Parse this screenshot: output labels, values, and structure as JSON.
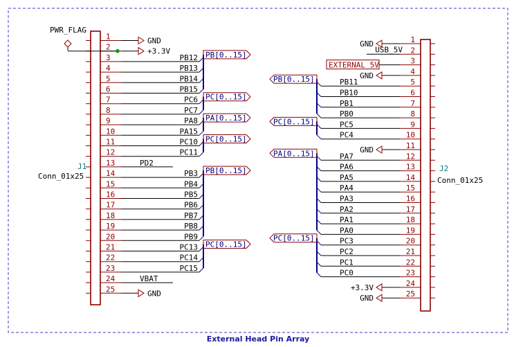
{
  "title": "External Head Pin Array",
  "colors": {
    "frame": "#3a3ad0",
    "body": "#8b0000",
    "wire": "#000000",
    "bus": "#000080",
    "junction": "#00a000",
    "ref": "#007a7a"
  },
  "pwr_flag": "PWR_FLAG",
  "j1": {
    "ref": "J1",
    "value": "Conn_01x25",
    "pins": [
      {
        "n": "1",
        "net": "GND",
        "kind": "power"
      },
      {
        "n": "2",
        "net": "+3.3V",
        "kind": "power"
      },
      {
        "n": "3",
        "net": "PB12",
        "kind": "bus"
      },
      {
        "n": "4",
        "net": "PB13",
        "kind": "bus"
      },
      {
        "n": "5",
        "net": "PB14",
        "kind": "bus"
      },
      {
        "n": "6",
        "net": "PB15",
        "kind": "bus"
      },
      {
        "n": "7",
        "net": "PC6",
        "kind": "bus"
      },
      {
        "n": "8",
        "net": "PC7",
        "kind": "bus"
      },
      {
        "n": "9",
        "net": "PA8",
        "kind": "bus"
      },
      {
        "n": "10",
        "net": "PA15",
        "kind": "bus"
      },
      {
        "n": "11",
        "net": "PC10",
        "kind": "bus"
      },
      {
        "n": "12",
        "net": "PC11",
        "kind": "bus"
      },
      {
        "n": "13",
        "net": "PD2",
        "kind": "plain"
      },
      {
        "n": "14",
        "net": "PB3",
        "kind": "bus"
      },
      {
        "n": "15",
        "net": "PB4",
        "kind": "bus"
      },
      {
        "n": "16",
        "net": "PB5",
        "kind": "bus"
      },
      {
        "n": "17",
        "net": "PB6",
        "kind": "bus"
      },
      {
        "n": "18",
        "net": "PB7",
        "kind": "bus"
      },
      {
        "n": "19",
        "net": "PB8",
        "kind": "bus"
      },
      {
        "n": "20",
        "net": "PB9",
        "kind": "bus"
      },
      {
        "n": "21",
        "net": "PC13",
        "kind": "bus"
      },
      {
        "n": "22",
        "net": "PC14",
        "kind": "bus"
      },
      {
        "n": "23",
        "net": "PC15",
        "kind": "bus"
      },
      {
        "n": "24",
        "net": "VBAT",
        "kind": "plain"
      },
      {
        "n": "25",
        "net": "GND",
        "kind": "power"
      }
    ],
    "buses": [
      {
        "label": "PB[0..15]",
        "from": 3,
        "to": 6
      },
      {
        "label": "PC[0..15]",
        "from": 7,
        "to": 8
      },
      {
        "label": "PA[0..15]",
        "from": 9,
        "to": 10
      },
      {
        "label": "PC[0..15]",
        "from": 11,
        "to": 12
      },
      {
        "label": "PB[0..15]",
        "from": 14,
        "to": 20
      },
      {
        "label": "PC[0..15]",
        "from": 21,
        "to": 23
      }
    ]
  },
  "j2": {
    "ref": "J2",
    "value": "Conn_01x25",
    "pins": [
      {
        "n": "1",
        "net": "GND",
        "kind": "power"
      },
      {
        "n": "2",
        "net": "USB_5V",
        "kind": "plain"
      },
      {
        "n": "3",
        "net": "EXTERNAL_5V",
        "kind": "global"
      },
      {
        "n": "4",
        "net": "GND",
        "kind": "power"
      },
      {
        "n": "5",
        "net": "PB11",
        "kind": "bus"
      },
      {
        "n": "6",
        "net": "PB10",
        "kind": "bus"
      },
      {
        "n": "7",
        "net": "PB1",
        "kind": "bus"
      },
      {
        "n": "8",
        "net": "PB0",
        "kind": "bus"
      },
      {
        "n": "9",
        "net": "PC5",
        "kind": "bus"
      },
      {
        "n": "10",
        "net": "PC4",
        "kind": "bus"
      },
      {
        "n": "11",
        "net": "GND",
        "kind": "power"
      },
      {
        "n": "12",
        "net": "PA7",
        "kind": "bus"
      },
      {
        "n": "13",
        "net": "PA6",
        "kind": "bus"
      },
      {
        "n": "14",
        "net": "PA5",
        "kind": "bus"
      },
      {
        "n": "15",
        "net": "PA4",
        "kind": "bus"
      },
      {
        "n": "16",
        "net": "PA3",
        "kind": "bus"
      },
      {
        "n": "17",
        "net": "PA2",
        "kind": "bus"
      },
      {
        "n": "18",
        "net": "PA1",
        "kind": "bus"
      },
      {
        "n": "19",
        "net": "PA0",
        "kind": "bus"
      },
      {
        "n": "20",
        "net": "PC3",
        "kind": "bus"
      },
      {
        "n": "21",
        "net": "PC2",
        "kind": "bus"
      },
      {
        "n": "22",
        "net": "PC1",
        "kind": "bus"
      },
      {
        "n": "23",
        "net": "PC0",
        "kind": "bus"
      },
      {
        "n": "24",
        "net": "+3.3V",
        "kind": "power"
      },
      {
        "n": "25",
        "net": "GND",
        "kind": "power"
      }
    ],
    "buses": [
      {
        "label": "PB[0..15]",
        "from": 5,
        "to": 8
      },
      {
        "label": "PC[0..15]",
        "from": 9,
        "to": 10
      },
      {
        "label": "PA[0..15]",
        "from": 12,
        "to": 19
      },
      {
        "label": "PC[0..15]",
        "from": 20,
        "to": 23
      }
    ]
  }
}
